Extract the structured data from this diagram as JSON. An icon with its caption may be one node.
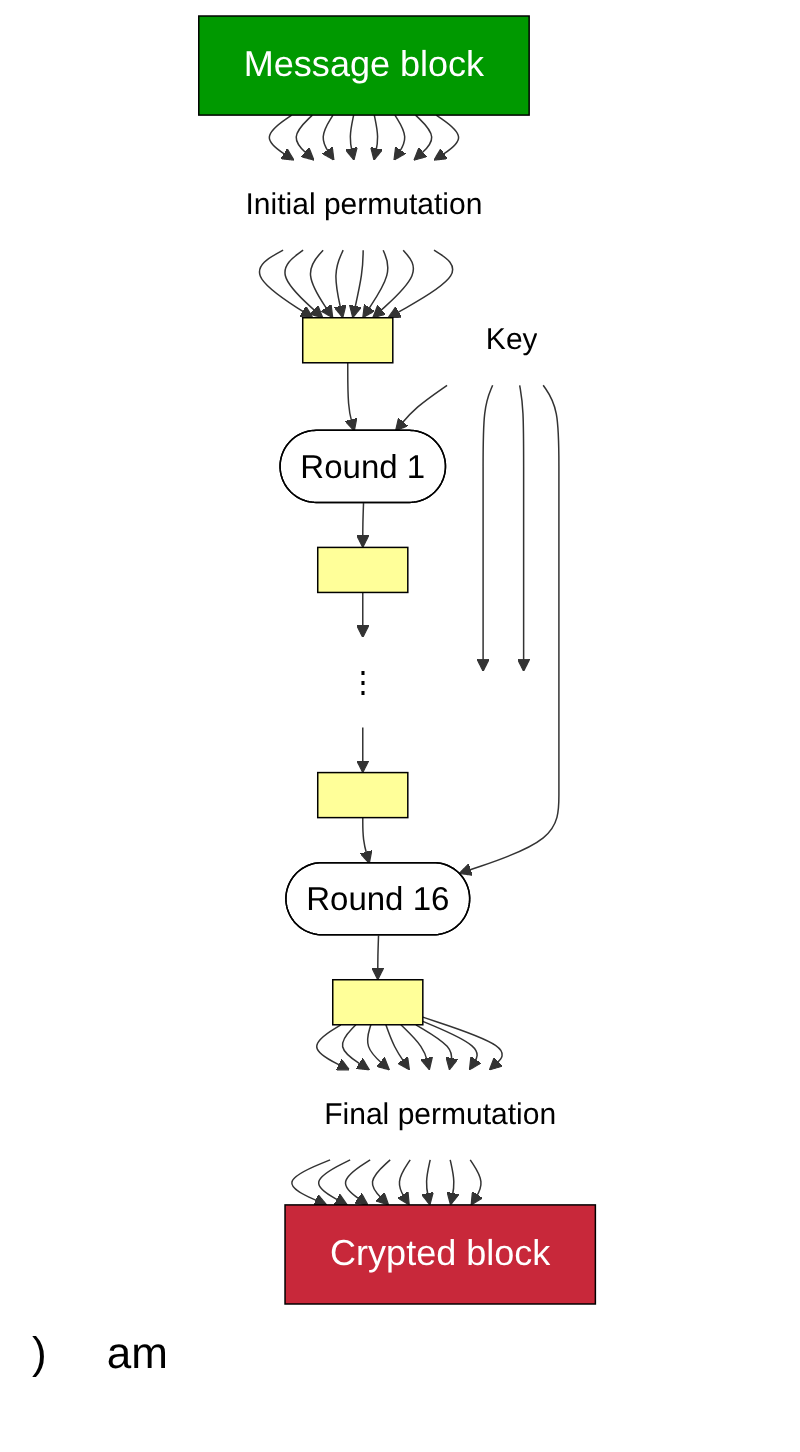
{
  "diagram": {
    "nodes": [
      {
        "text": [
          "Message block"
        ]
      },
      {
        "text": [
          "Initial permutation"
        ]
      },
      {
        "text": [],
        "shape": "bar"
      },
      {
        "text": [
          "Round 1"
        ]
      },
      {
        "text": [],
        "shape": "bar"
      },
      {
        "text": [
          "⋮"
        ]
      },
      {
        "text": [],
        "shape": "bar"
      },
      {
        "text": [
          "Round 16"
        ]
      },
      {
        "text": [],
        "shape": "bar"
      },
      {
        "text": [
          "Final permutation"
        ]
      },
      {
        "text": [
          "Crypted block"
        ]
      },
      {
        "text": [
          "Key"
        ]
      }
    ],
    "edges": [
      {
        "from": 0,
        "to": 1,
        "arrow": "to"
      },
      {
        "from": 0,
        "to": 1,
        "arrow": "to"
      },
      {
        "from": 0,
        "to": 1,
        "arrow": "to"
      },
      {
        "from": 0,
        "to": 1,
        "arrow": "to"
      },
      {
        "from": 0,
        "to": 1,
        "arrow": "to"
      },
      {
        "from": 0,
        "to": 1,
        "arrow": "to"
      },
      {
        "from": 0,
        "to": 1,
        "arrow": "to"
      },
      {
        "from": 0,
        "to": 1,
        "arrow": "to"
      },
      {
        "from": 1,
        "to": 2,
        "arrow": "to"
      },
      {
        "from": 1,
        "to": 2,
        "arrow": "to"
      },
      {
        "from": 1,
        "to": 2,
        "arrow": "to"
      },
      {
        "from": 1,
        "to": 2,
        "arrow": "to"
      },
      {
        "from": 1,
        "to": 2,
        "arrow": "to"
      },
      {
        "from": 1,
        "to": 2,
        "arrow": "to"
      },
      {
        "from": 1,
        "to": 2,
        "arrow": "to"
      },
      {
        "from": 1,
        "to": 2,
        "arrow": "to"
      },
      {
        "from": 2,
        "to": 3,
        "arrow": "to"
      },
      {
        "from": 3,
        "to": 4,
        "arrow": "to"
      },
      {
        "from": 4,
        "to": 5,
        "arrow": "to"
      },
      {
        "from": 5,
        "to": 6,
        "arrow": "to"
      },
      {
        "from": 6,
        "to": 7,
        "arrow": "to"
      },
      {
        "from": 7,
        "to": 8,
        "arrow": "to"
      },
      {
        "from": 8,
        "to": 9,
        "arrow": "to"
      },
      {
        "from": 8,
        "to": 9,
        "arrow": "to"
      },
      {
        "from": 8,
        "to": 9,
        "arrow": "to"
      },
      {
        "from": 8,
        "to": 9,
        "arrow": "to"
      },
      {
        "from": 8,
        "to": 9,
        "arrow": "to"
      },
      {
        "from": 8,
        "to": 9,
        "arrow": "to"
      },
      {
        "from": 8,
        "to": 9,
        "arrow": "to"
      },
      {
        "from": 8,
        "to": 9,
        "arrow": "to"
      },
      {
        "from": 9,
        "to": 10,
        "arrow": "to"
      },
      {
        "from": 9,
        "to": 10,
        "arrow": "to"
      },
      {
        "from": 9,
        "to": 10,
        "arrow": "to"
      },
      {
        "from": 9,
        "to": 10,
        "arrow": "to"
      },
      {
        "from": 9,
        "to": 10,
        "arrow": "to"
      },
      {
        "from": 9,
        "to": 10,
        "arrow": "to"
      },
      {
        "from": 9,
        "to": 10,
        "arrow": "to"
      },
      {
        "from": 9,
        "to": 10,
        "arrow": "to"
      },
      {
        "from": 11,
        "to": 3,
        "arrow": "to"
      },
      {
        "from": 11,
        "to": null,
        "arrow": "to"
      },
      {
        "from": 11,
        "to": null,
        "arrow": "to"
      },
      {
        "from": 11,
        "to": 7,
        "arrow": "to"
      }
    ],
    "labels": [
      ")",
      "am"
    ]
  }
}
